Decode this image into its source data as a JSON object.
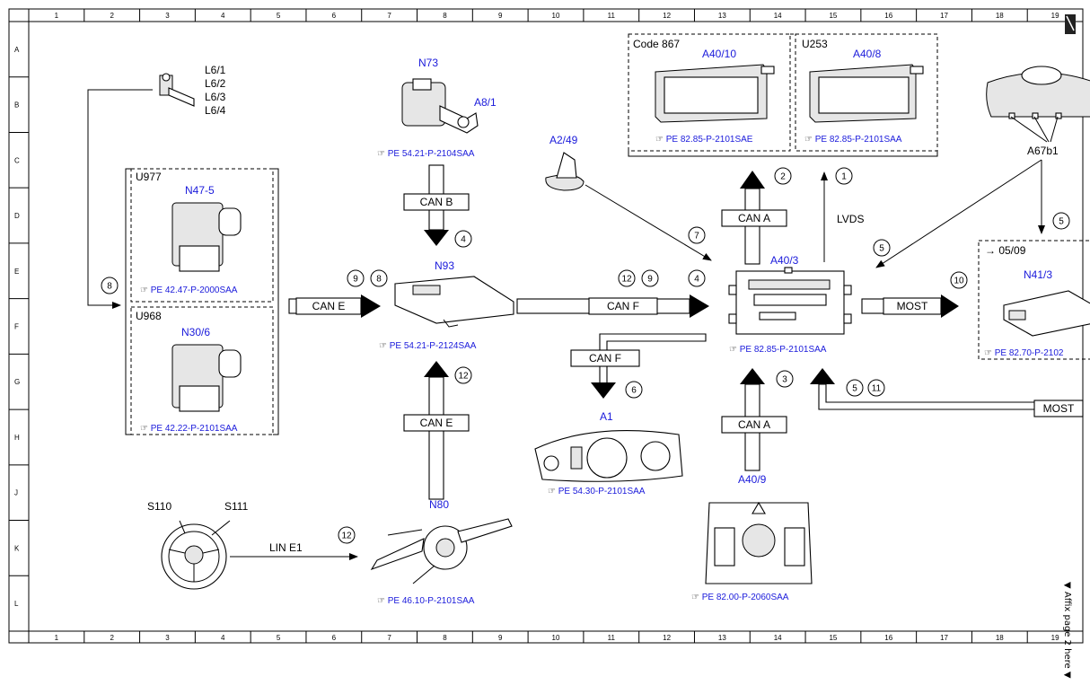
{
  "grid": {
    "cols": [
      "1",
      "2",
      "3",
      "4",
      "5",
      "6",
      "7",
      "8",
      "9",
      "10",
      "11",
      "12",
      "13",
      "14",
      "15",
      "16",
      "17",
      "18",
      "19"
    ],
    "rows": [
      "A",
      "B",
      "C",
      "D",
      "E",
      "F",
      "G",
      "H",
      "J",
      "K",
      "L"
    ]
  },
  "groups": {
    "code867": "Code 867",
    "u253": "U253",
    "u977": "U977",
    "u968": "U968",
    "n41_date": "→ 05/09"
  },
  "components": {
    "l6_1": "L6/1",
    "l6_2": "L6/2",
    "l6_3": "L6/3",
    "l6_4": "L6/4",
    "n73": "N73",
    "a8_1": "A8/1",
    "a2_49": "A2/49",
    "a40_10": "A40/10",
    "a40_8": "A40/8",
    "a67b1": "A67b1",
    "n47_5": "N47-5",
    "n30_6": "N30/6",
    "n93": "N93",
    "a40_3": "A40/3",
    "n41_3": "N41/3",
    "a1": "A1",
    "a40_9": "A40/9",
    "n80": "N80",
    "s110": "S110",
    "s111": "S111"
  },
  "refs": {
    "n73": "PE 54.21-P-2104SAA",
    "a40_10": "PE 82.85-P-2101SAE",
    "a40_8": "PE 82.85-P-2101SAA",
    "n47_5": "PE 42.47-P-2000SAA",
    "n30_6": "PE 42.22-P-2101SAA",
    "n93": "PE 54.21-P-2124SAA",
    "a40_3": "PE 82.85-P-2101SAA",
    "n41_3": "PE 82.70-P-2102",
    "a1": "PE 54.30-P-2101SAA",
    "n80": "PE 46.10-P-2101SAA",
    "a40_9": "PE 82.00-P-2060SAA"
  },
  "buses": {
    "can_b": "CAN B",
    "can_e1": "CAN E",
    "can_e2": "CAN E",
    "can_f1": "CAN F",
    "can_f2": "CAN F",
    "can_a_up": "CAN A",
    "can_a_down": "CAN A",
    "lvds": "LVDS",
    "most1": "MOST",
    "most2": "MOST",
    "lin_e1": "LIN E1"
  },
  "circles": {
    "c1": "1",
    "c2": "2",
    "c3": "3",
    "c4a": "4",
    "c4b": "4",
    "c5a": "5",
    "c5b": "5",
    "c5c": "5",
    "c6": "6",
    "c7": "7",
    "c8a": "8",
    "c8b": "8",
    "c9a": "9",
    "c9b": "9",
    "c10": "10",
    "c11": "11",
    "c12a": "12",
    "c12b": "12",
    "c12c": "12"
  },
  "side_note": "▼ Affix page 2 here ▼"
}
